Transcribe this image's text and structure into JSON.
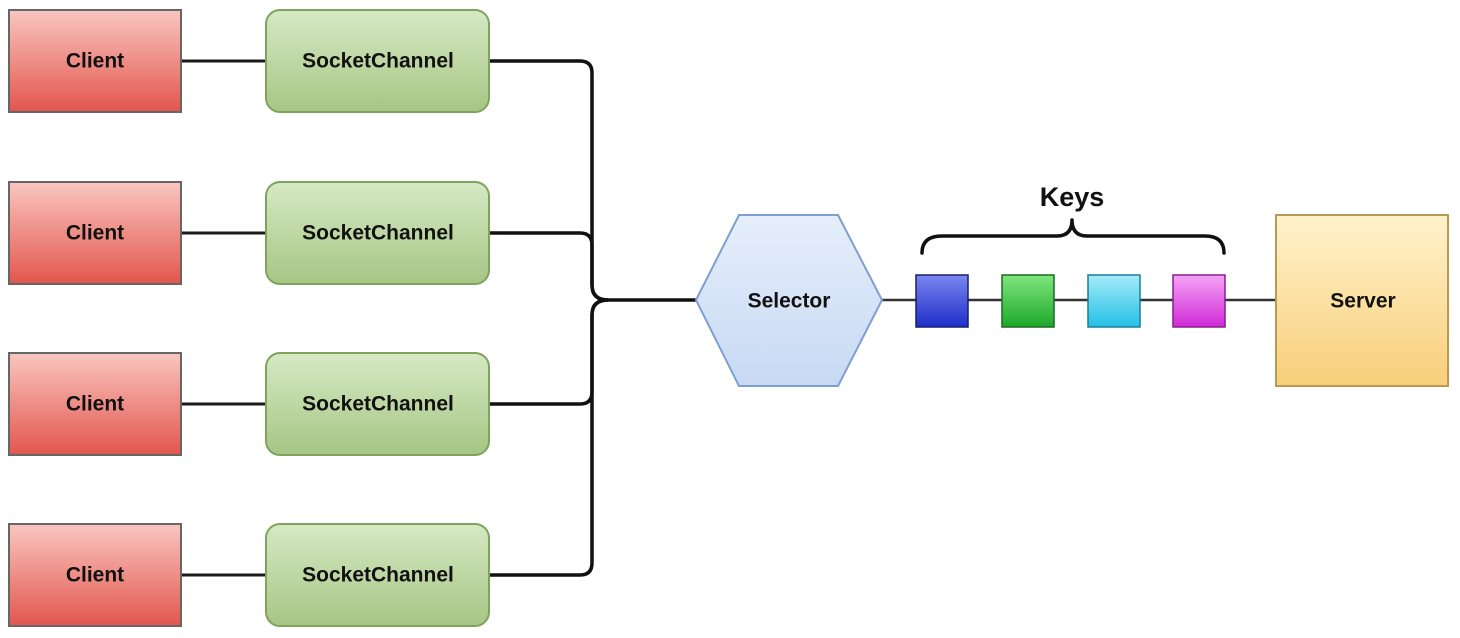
{
  "clients": [
    {
      "label": "Client"
    },
    {
      "label": "Client"
    },
    {
      "label": "Client"
    },
    {
      "label": "Client"
    }
  ],
  "channels": [
    {
      "label": "SocketChannel"
    },
    {
      "label": "SocketChannel"
    },
    {
      "label": "SocketChannel"
    },
    {
      "label": "SocketChannel"
    }
  ],
  "selector": {
    "label": "Selector"
  },
  "keys": {
    "title": "Keys",
    "items": [
      {
        "color": "blue"
      },
      {
        "color": "green"
      },
      {
        "color": "cyan"
      },
      {
        "color": "magenta"
      }
    ]
  },
  "server": {
    "label": "Server"
  },
  "colors": {
    "client_fill": "#f08a80",
    "channel_fill": "#b4d198",
    "selector_fill": "#dae6f7",
    "server_fill": "#fde6a6",
    "key_blue": "#2f3fdc",
    "key_green": "#2ec43a",
    "key_cyan": "#3ed2ee",
    "key_magenta": "#e04ce4"
  }
}
